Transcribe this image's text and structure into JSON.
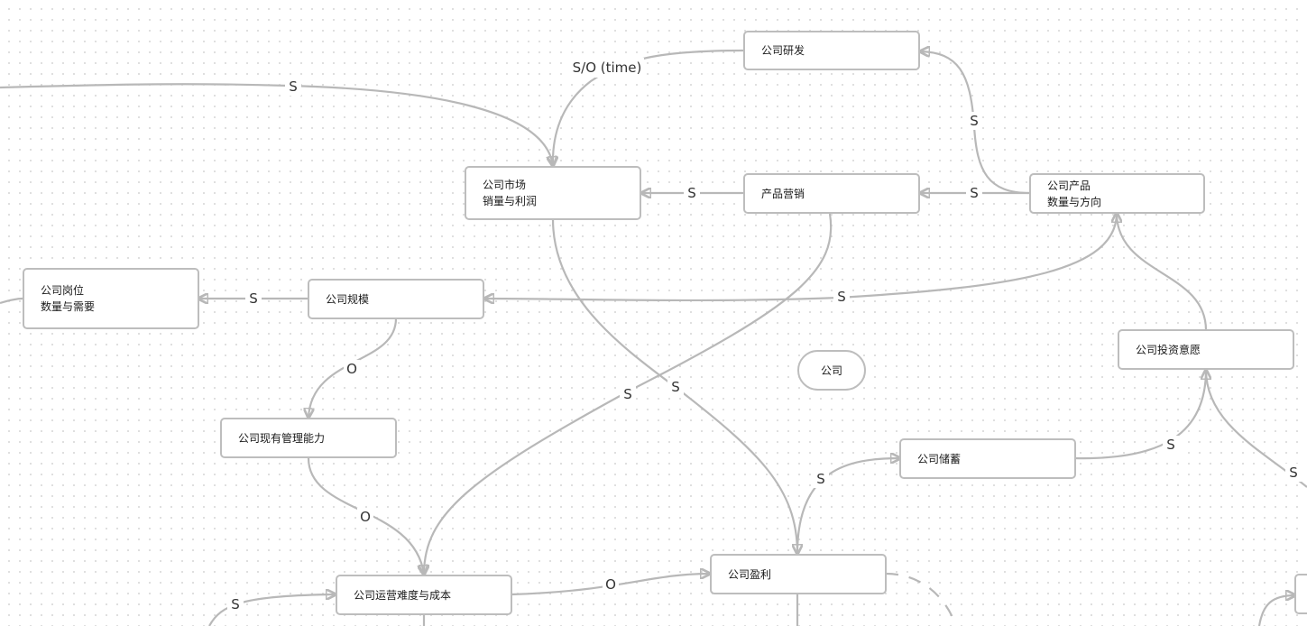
{
  "nodes": {
    "rd": "公司研发",
    "market_l1": "公司市场",
    "market_l2": "销量与利润",
    "marketing": "产品营销",
    "product_l1": "公司产品",
    "product_l2": "数量与方向",
    "positions_l1": "公司岗位",
    "positions_l2": "数量与需要",
    "scale": "公司规模",
    "group": "公司",
    "investment": "公司投资意愿",
    "management": "公司现有管理能力",
    "savings": "公司储蓄",
    "cost": "公司运营难度与成本",
    "profit": "公司盈利"
  },
  "edge_labels": {
    "so_time": "S/O (time)",
    "incoming_top": "S",
    "product_to_rd": "S",
    "marketing_to_market": "S",
    "product_to_marketing": "S",
    "scale_to_positions": "S",
    "product_to_scale": "S",
    "scale_to_management": "O",
    "marketing_to_cost": "S",
    "market_to_profit": "S",
    "management_to_cost": "O",
    "profit_to_savings": "S",
    "savings_to_investment": "S",
    "investment_out": "S",
    "incoming_cost": "S",
    "cost_to_profit": "O"
  },
  "colors": {
    "edge": "#b8b8b8",
    "node_border": "#bdbdbd",
    "text": "#1a1a1a",
    "grid_dot": "#d7d7d7"
  }
}
